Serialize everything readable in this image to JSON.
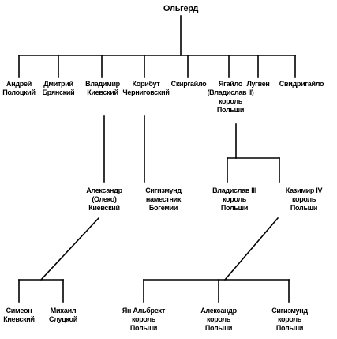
{
  "root": {
    "lines": [
      "Ольгерд"
    ]
  },
  "children": [
    {
      "lines": [
        "Андрей",
        "Полоцкий"
      ]
    },
    {
      "lines": [
        "Дмитрий",
        "Брянский"
      ]
    },
    {
      "lines": [
        "Владимир",
        "Киевский"
      ]
    },
    {
      "lines": [
        "Корибут",
        "Черниговский"
      ]
    },
    {
      "lines": [
        "Скиргайло"
      ]
    },
    {
      "lines": [
        "Ягайло",
        "(Владислав II)",
        "король",
        "Польши"
      ]
    },
    {
      "lines": [
        "Лугвен"
      ]
    },
    {
      "lines": [
        "Свидригайло"
      ]
    }
  ],
  "grandchildren": [
    {
      "lines": [
        "Александр",
        "(Олеко)",
        "Киевский"
      ]
    },
    {
      "lines": [
        "Сигизмунд",
        "наместник",
        "Богемии"
      ]
    },
    {
      "lines": [
        "Владислав III",
        "король",
        "Польши"
      ]
    },
    {
      "lines": [
        "Казимир IV",
        "король",
        "Польши"
      ]
    }
  ],
  "great_grandchildren": [
    {
      "lines": [
        "Симеон",
        "Киевский"
      ]
    },
    {
      "lines": [
        "Михаил",
        "Слуцкой"
      ]
    },
    {
      "lines": [
        "Ян Альбрехт",
        "король",
        "Польши"
      ]
    },
    {
      "lines": [
        "Александр",
        "король",
        "Польши"
      ]
    },
    {
      "lines": [
        "Сигизмунд",
        "король",
        "Польши"
      ]
    }
  ]
}
